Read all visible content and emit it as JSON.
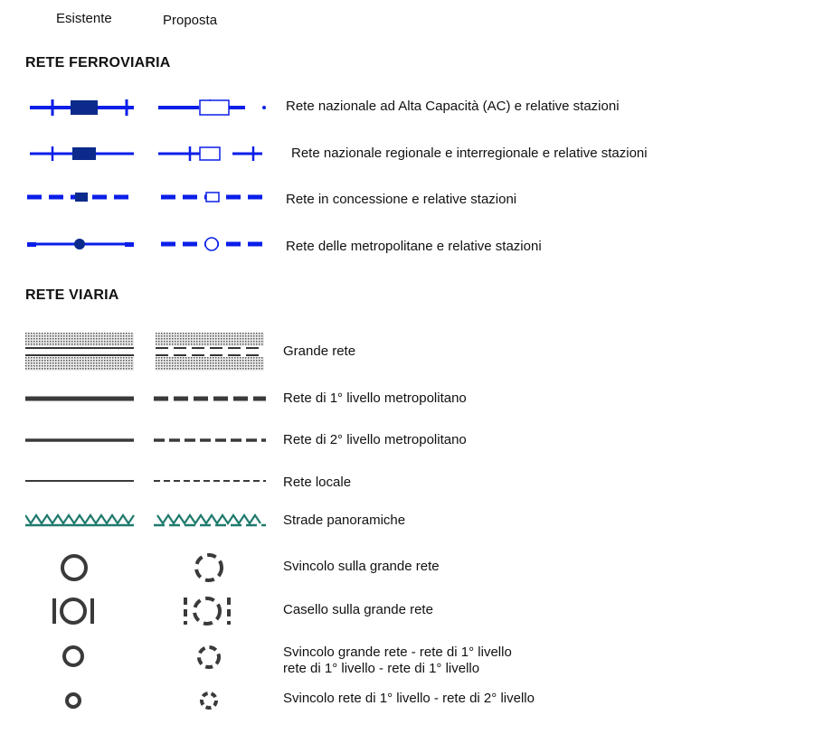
{
  "columns": {
    "existing": "Esistente",
    "proposed": "Proposta"
  },
  "sections": {
    "rail": {
      "title": "RETE FERROVIARIA",
      "rows": [
        {
          "label": "Rete nazionale ad Alta Capacità (AC) e relative stazioni",
          "existing_icon": "ac-rail-existing-icon",
          "proposed_icon": "ac-rail-proposed-icon"
        },
        {
          "label": "Rete nazionale regionale e interregionale e relative stazioni",
          "existing_icon": "regional-rail-existing-icon",
          "proposed_icon": "regional-rail-proposed-icon"
        },
        {
          "label": "Rete in concessione e relative stazioni",
          "existing_icon": "concession-rail-existing-icon",
          "proposed_icon": "concession-rail-proposed-icon"
        },
        {
          "label": "Rete delle metropolitane e relative stazioni",
          "existing_icon": "metro-existing-icon",
          "proposed_icon": "metro-proposed-icon"
        }
      ]
    },
    "road": {
      "title": "RETE VIARIA",
      "rows": [
        {
          "label": "Grande rete",
          "existing_icon": "major-road-existing-icon",
          "proposed_icon": "major-road-proposed-icon"
        },
        {
          "label": "Rete di 1° livello metropolitano",
          "existing_icon": "level1-road-existing-icon",
          "proposed_icon": "level1-road-proposed-icon"
        },
        {
          "label": "Rete di 2° livello metropolitano",
          "existing_icon": "level2-road-existing-icon",
          "proposed_icon": "level2-road-proposed-icon"
        },
        {
          "label": "Rete locale",
          "existing_icon": "local-road-existing-icon",
          "proposed_icon": "local-road-proposed-icon"
        },
        {
          "label": "Strade panoramiche",
          "existing_icon": "scenic-road-existing-icon",
          "proposed_icon": "scenic-road-proposed-icon"
        },
        {
          "label": "Svincolo sulla grande rete",
          "existing_icon": "junction-existing-icon",
          "proposed_icon": "junction-proposed-icon"
        },
        {
          "label": "Casello sulla grande rete",
          "existing_icon": "toll-booth-existing-icon",
          "proposed_icon": "toll-booth-proposed-icon"
        },
        {
          "label": "Svincolo grande rete - rete di 1° livello",
          "label2": "rete di 1° livello - rete di 1° livello",
          "existing_icon": "junction-major-level1-existing-icon",
          "proposed_icon": "junction-major-level1-proposed-icon"
        },
        {
          "label": "Svincolo rete di 1° livello - rete di 2° livello",
          "existing_icon": "junction-level1-level2-existing-icon",
          "proposed_icon": "junction-level1-level2-proposed-icon"
        }
      ]
    }
  },
  "colors": {
    "rail": "#0a1ee8",
    "rail_dark": "#0b2a8c",
    "road": "#3a3a3a",
    "scenic": "#1f7a6c"
  }
}
